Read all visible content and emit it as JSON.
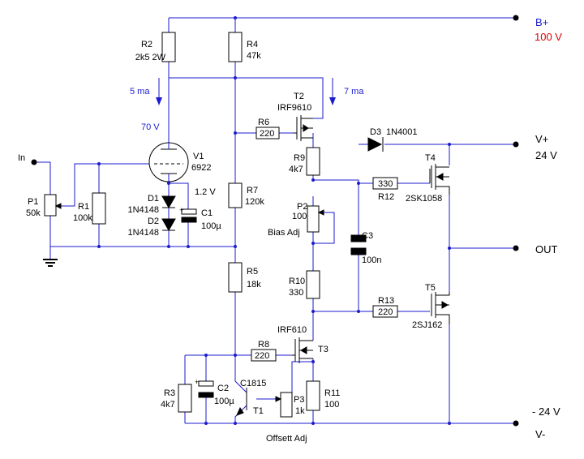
{
  "colors": {
    "wire": "#1b1bcf",
    "component": "#000000",
    "annotation": "#1b1bcf",
    "high_voltage": "#e00000",
    "background": "#ffffff"
  },
  "rails": {
    "b_plus": "B+",
    "b_plus_voltage": "100 V",
    "v_plus": "V+",
    "v_plus_voltage": "24 V",
    "out": "OUT",
    "v_minus_voltage": "- 24 V",
    "v_minus": "V-"
  },
  "input": {
    "label": "In"
  },
  "annotations": {
    "current_1": "5 ma",
    "current_2": "7 ma",
    "plate_voltage": "70 V",
    "cathode_voltage": "1.2 V",
    "bias_adj": "Bias Adj",
    "offset_adj": "Offsett Adj"
  },
  "components": {
    "R1": {
      "ref": "R1",
      "value": "100k"
    },
    "R2": {
      "ref": "R2",
      "value": "2k5 2W"
    },
    "R3": {
      "ref": "R3",
      "value": "4k7"
    },
    "R4": {
      "ref": "R4",
      "value": "47k"
    },
    "R5": {
      "ref": "R5",
      "value": "18k"
    },
    "R6": {
      "ref": "R6",
      "value": "220"
    },
    "R7": {
      "ref": "R7",
      "value": "120k"
    },
    "R8": {
      "ref": "R8",
      "value": "220"
    },
    "R9": {
      "ref": "R9",
      "value": "4k7"
    },
    "R10": {
      "ref": "R10",
      "value": "330"
    },
    "R11": {
      "ref": "R11",
      "value": "100"
    },
    "R12": {
      "ref": "R12",
      "value": "330"
    },
    "R13": {
      "ref": "R13",
      "value": "220"
    },
    "P1": {
      "ref": "P1",
      "value": "50k"
    },
    "P2": {
      "ref": "P2",
      "value": "100"
    },
    "P3": {
      "ref": "P3",
      "value": "1k"
    },
    "C1": {
      "ref": "C1",
      "value": "100µ"
    },
    "C2": {
      "ref": "C2",
      "value": "100µ"
    },
    "C3": {
      "ref": "C3",
      "value": "100n"
    },
    "D1": {
      "ref": "D1",
      "value": "1N4148"
    },
    "D2": {
      "ref": "D2",
      "value": "1N4148"
    },
    "D3": {
      "ref": "D3",
      "value": "1N4001"
    },
    "V1": {
      "ref": "V1",
      "value": "6922"
    },
    "T1": {
      "ref": "T1",
      "value": "C1815"
    },
    "T2": {
      "ref": "T2",
      "value": "IRF9610"
    },
    "T3": {
      "ref": "T3",
      "value": "IRF610"
    },
    "T4": {
      "ref": "T4",
      "value": "2SK1058"
    },
    "T5": {
      "ref": "T5",
      "value": "2SJ162"
    }
  }
}
